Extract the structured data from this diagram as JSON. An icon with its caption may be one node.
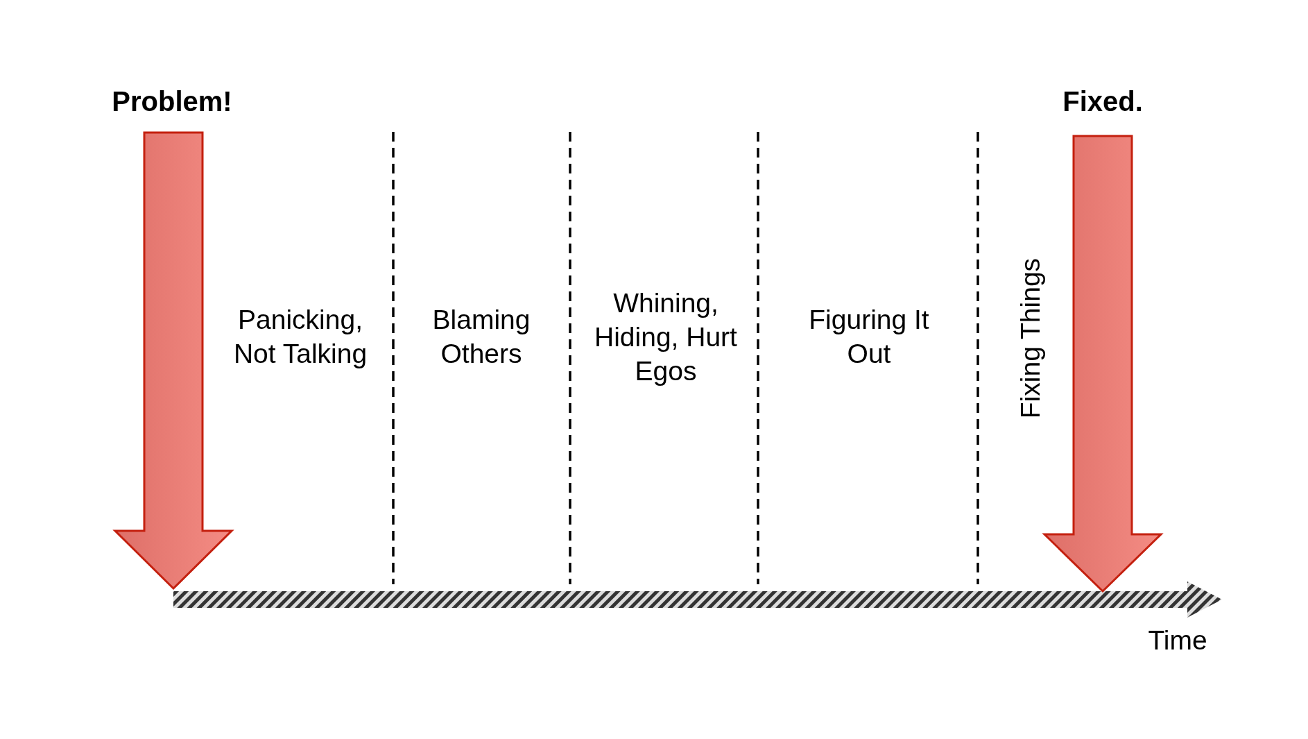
{
  "diagram": {
    "labels": [
      "Problem!",
      "Fixed.",
      "Panicking, Not Talking",
      "Blaming Others",
      "Whining, Hiding, Hurt Egos",
      "Figuring It Out",
      "Fixing Things",
      "Time"
    ]
  }
}
